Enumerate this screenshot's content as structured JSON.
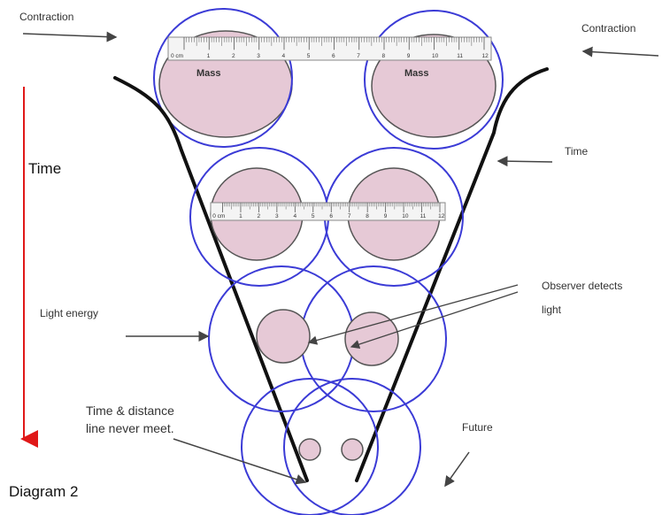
{
  "labels": {
    "contraction_left": "Contraction",
    "contraction_right": "Contraction",
    "time_axis": "Time",
    "time_arrow_label": "Time",
    "light_energy": "Light energy",
    "observer_line1": "Observer detects",
    "observer_line2": "light",
    "meet_line1": "Time & distance",
    "meet_line2": "line never meet.",
    "future": "Future",
    "diagram_title": "Diagram 2",
    "mass_left": "Mass",
    "mass_right": "Mass"
  },
  "rulers": {
    "unit_label": "0 cm",
    "numbers": [
      "1",
      "2",
      "3",
      "4",
      "5",
      "6",
      "7",
      "8",
      "9",
      "10",
      "11",
      "12"
    ]
  },
  "colors": {
    "circle_outline": "#3b3bd6",
    "mass_fill": "#e6c9d6",
    "mass_outline": "#555555",
    "time_axis": "#e01818",
    "funnel": "#111111",
    "ruler_fill": "#f4f4f4"
  }
}
